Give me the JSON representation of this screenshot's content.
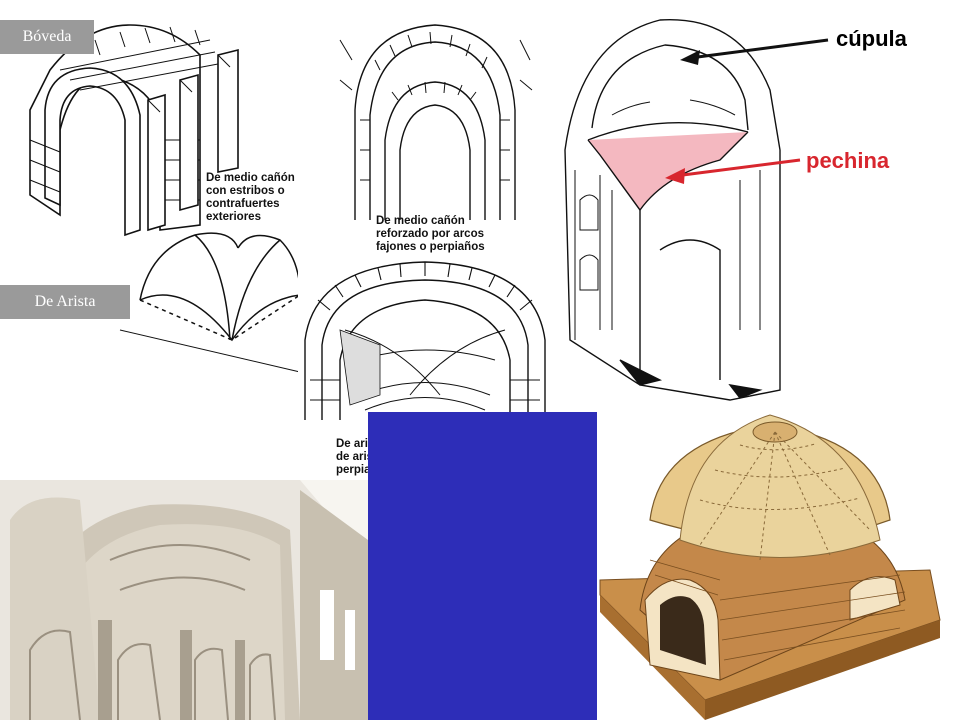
{
  "labels": {
    "boveda": "Bóveda",
    "de_arista": "De Arista"
  },
  "captions": {
    "medio_canon_estribos": "De medio cañón\ncon estribos o\ncontrafuertes\nexteriores",
    "medio_canon_reforzado": "De medio cañón\nreforzado por arcos\nfajones o perpiaños",
    "arista_tramos": "De arista con los tramos\nde arista separados por\nperpiaños"
  },
  "callouts": {
    "cupula": "cúpula",
    "pechina": "pechina"
  },
  "colors": {
    "label_bg": "#9a9a9a",
    "blue_panel": "#2d2db8",
    "pechina_fill": "#f4b8c0",
    "pechina_text": "#d8262e"
  }
}
